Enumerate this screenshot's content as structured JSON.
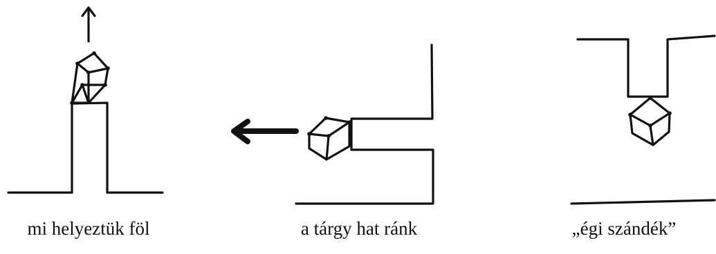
{
  "captions": [
    "mi helyeztük föl",
    "a tárgy hat ránk",
    "„égi szándék”"
  ]
}
